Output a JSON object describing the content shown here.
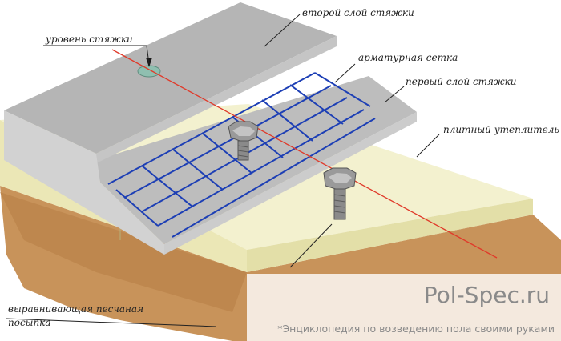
{
  "labels": {
    "second_screed_layer": "второй слой стяжки",
    "screed_level": "уровень стяжки",
    "reinforcement_mesh": "арматурная сетка",
    "first_screed_layer": "первый слой стяжки",
    "slab_insulation": "плитный утеплитель",
    "sand_bedding_line1": "выравнивающая песчаная",
    "sand_bedding_line2": "посыпка"
  },
  "watermark": {
    "brand": "Pol-Spec.ru",
    "slogan": "*Энциклопедия по возведению пола своими руками"
  },
  "colors": {
    "concrete_top": "#b5b5b5",
    "concrete_side": "#cfcfcf",
    "insulation": "#f0eec8",
    "sand": "#c8935a",
    "mesh": "#1d3fb5",
    "level_line": "#e03a2a"
  },
  "icons": [
    "bolt-icon"
  ]
}
